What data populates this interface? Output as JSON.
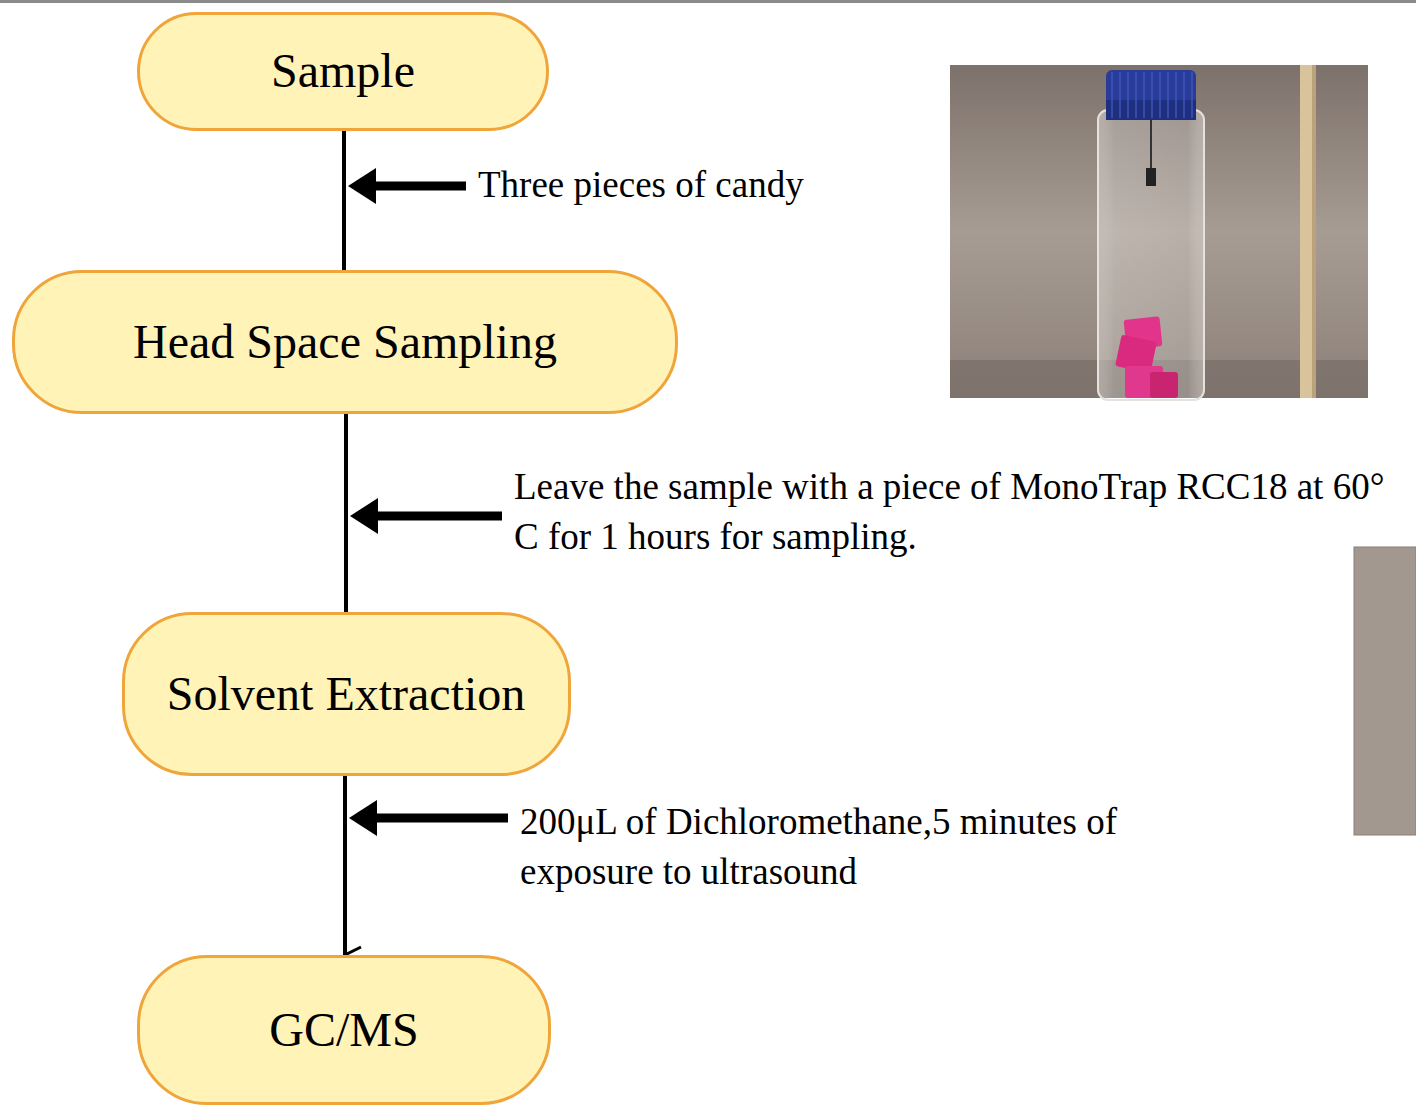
{
  "diagram": {
    "nodes": [
      {
        "text": [
          "Sample"
        ]
      },
      {
        "text": [
          "Head Space Sampling"
        ]
      },
      {
        "text": [
          "Solvent Extraction"
        ]
      },
      {
        "text": [
          "GC/MS"
        ]
      }
    ],
    "edges": [
      {
        "from": 0,
        "to": 1,
        "arrow": "none",
        "label": "Three pieces of candy"
      },
      {
        "from": 1,
        "to": 2,
        "arrow": "none",
        "label": "Leave the sample with a piece of MonoTrap RCC18 at 60° C for 1 hours for sampling."
      },
      {
        "from": 2,
        "to": 3,
        "arrow": "to",
        "label": "200μL of Dichloromethane,5 minutes of exposure to ultrasound"
      }
    ]
  }
}
